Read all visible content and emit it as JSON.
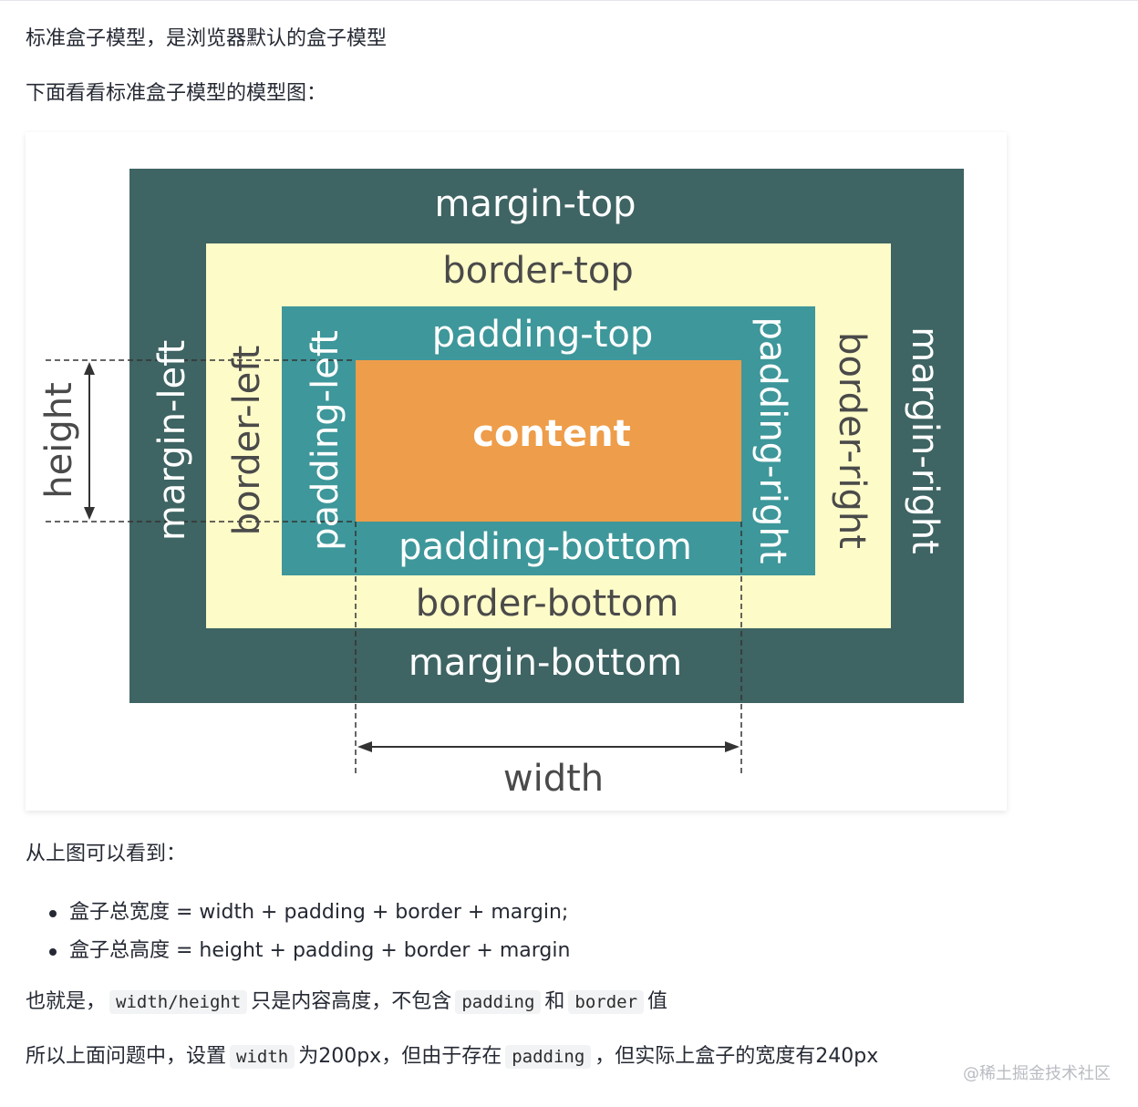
{
  "intro": "标准盒子模型，是浏览器默认的盒子模型",
  "lead": "下面看看标准盒子模型的模型图：",
  "diagram": {
    "labels": {
      "margin_top": "margin-top",
      "border_top": "border-top",
      "padding_top": "padding-top",
      "content": "content",
      "padding_bottom": "padding-bottom",
      "border_bottom": "border-bottom",
      "margin_bottom": "margin-bottom",
      "margin_left": "margin-left",
      "border_left": "border-left",
      "padding_left": "padding-left",
      "padding_right": "padding-right",
      "border_right": "border-right",
      "margin_right": "margin-right",
      "height": "height",
      "width": "width"
    },
    "colors": {
      "margin": "#3e6463",
      "border": "#fdfbc8",
      "padding": "#3e979a",
      "content": "#ee9d4a",
      "dark_text": "#4a4a4a",
      "light_text": "#ffffff"
    }
  },
  "observe": "从上图可以看到：",
  "bullets": [
    "盒子总宽度 = width + padding + border + margin;",
    "盒子总高度 = height + padding + border + margin"
  ],
  "line1": {
    "a": "也就是，",
    "code1": "width/height",
    "b": "只是内容高度，不包含",
    "code2": "padding",
    "c": "和",
    "code3": "border",
    "d": "值"
  },
  "line2": {
    "a": "所以上面问题中，设置",
    "code1": "width",
    "b": "为200px，但由于存在",
    "code2": "padding",
    "c": "，但实际上盒子的宽度有240px"
  },
  "watermark": "@稀土掘金技术社区"
}
